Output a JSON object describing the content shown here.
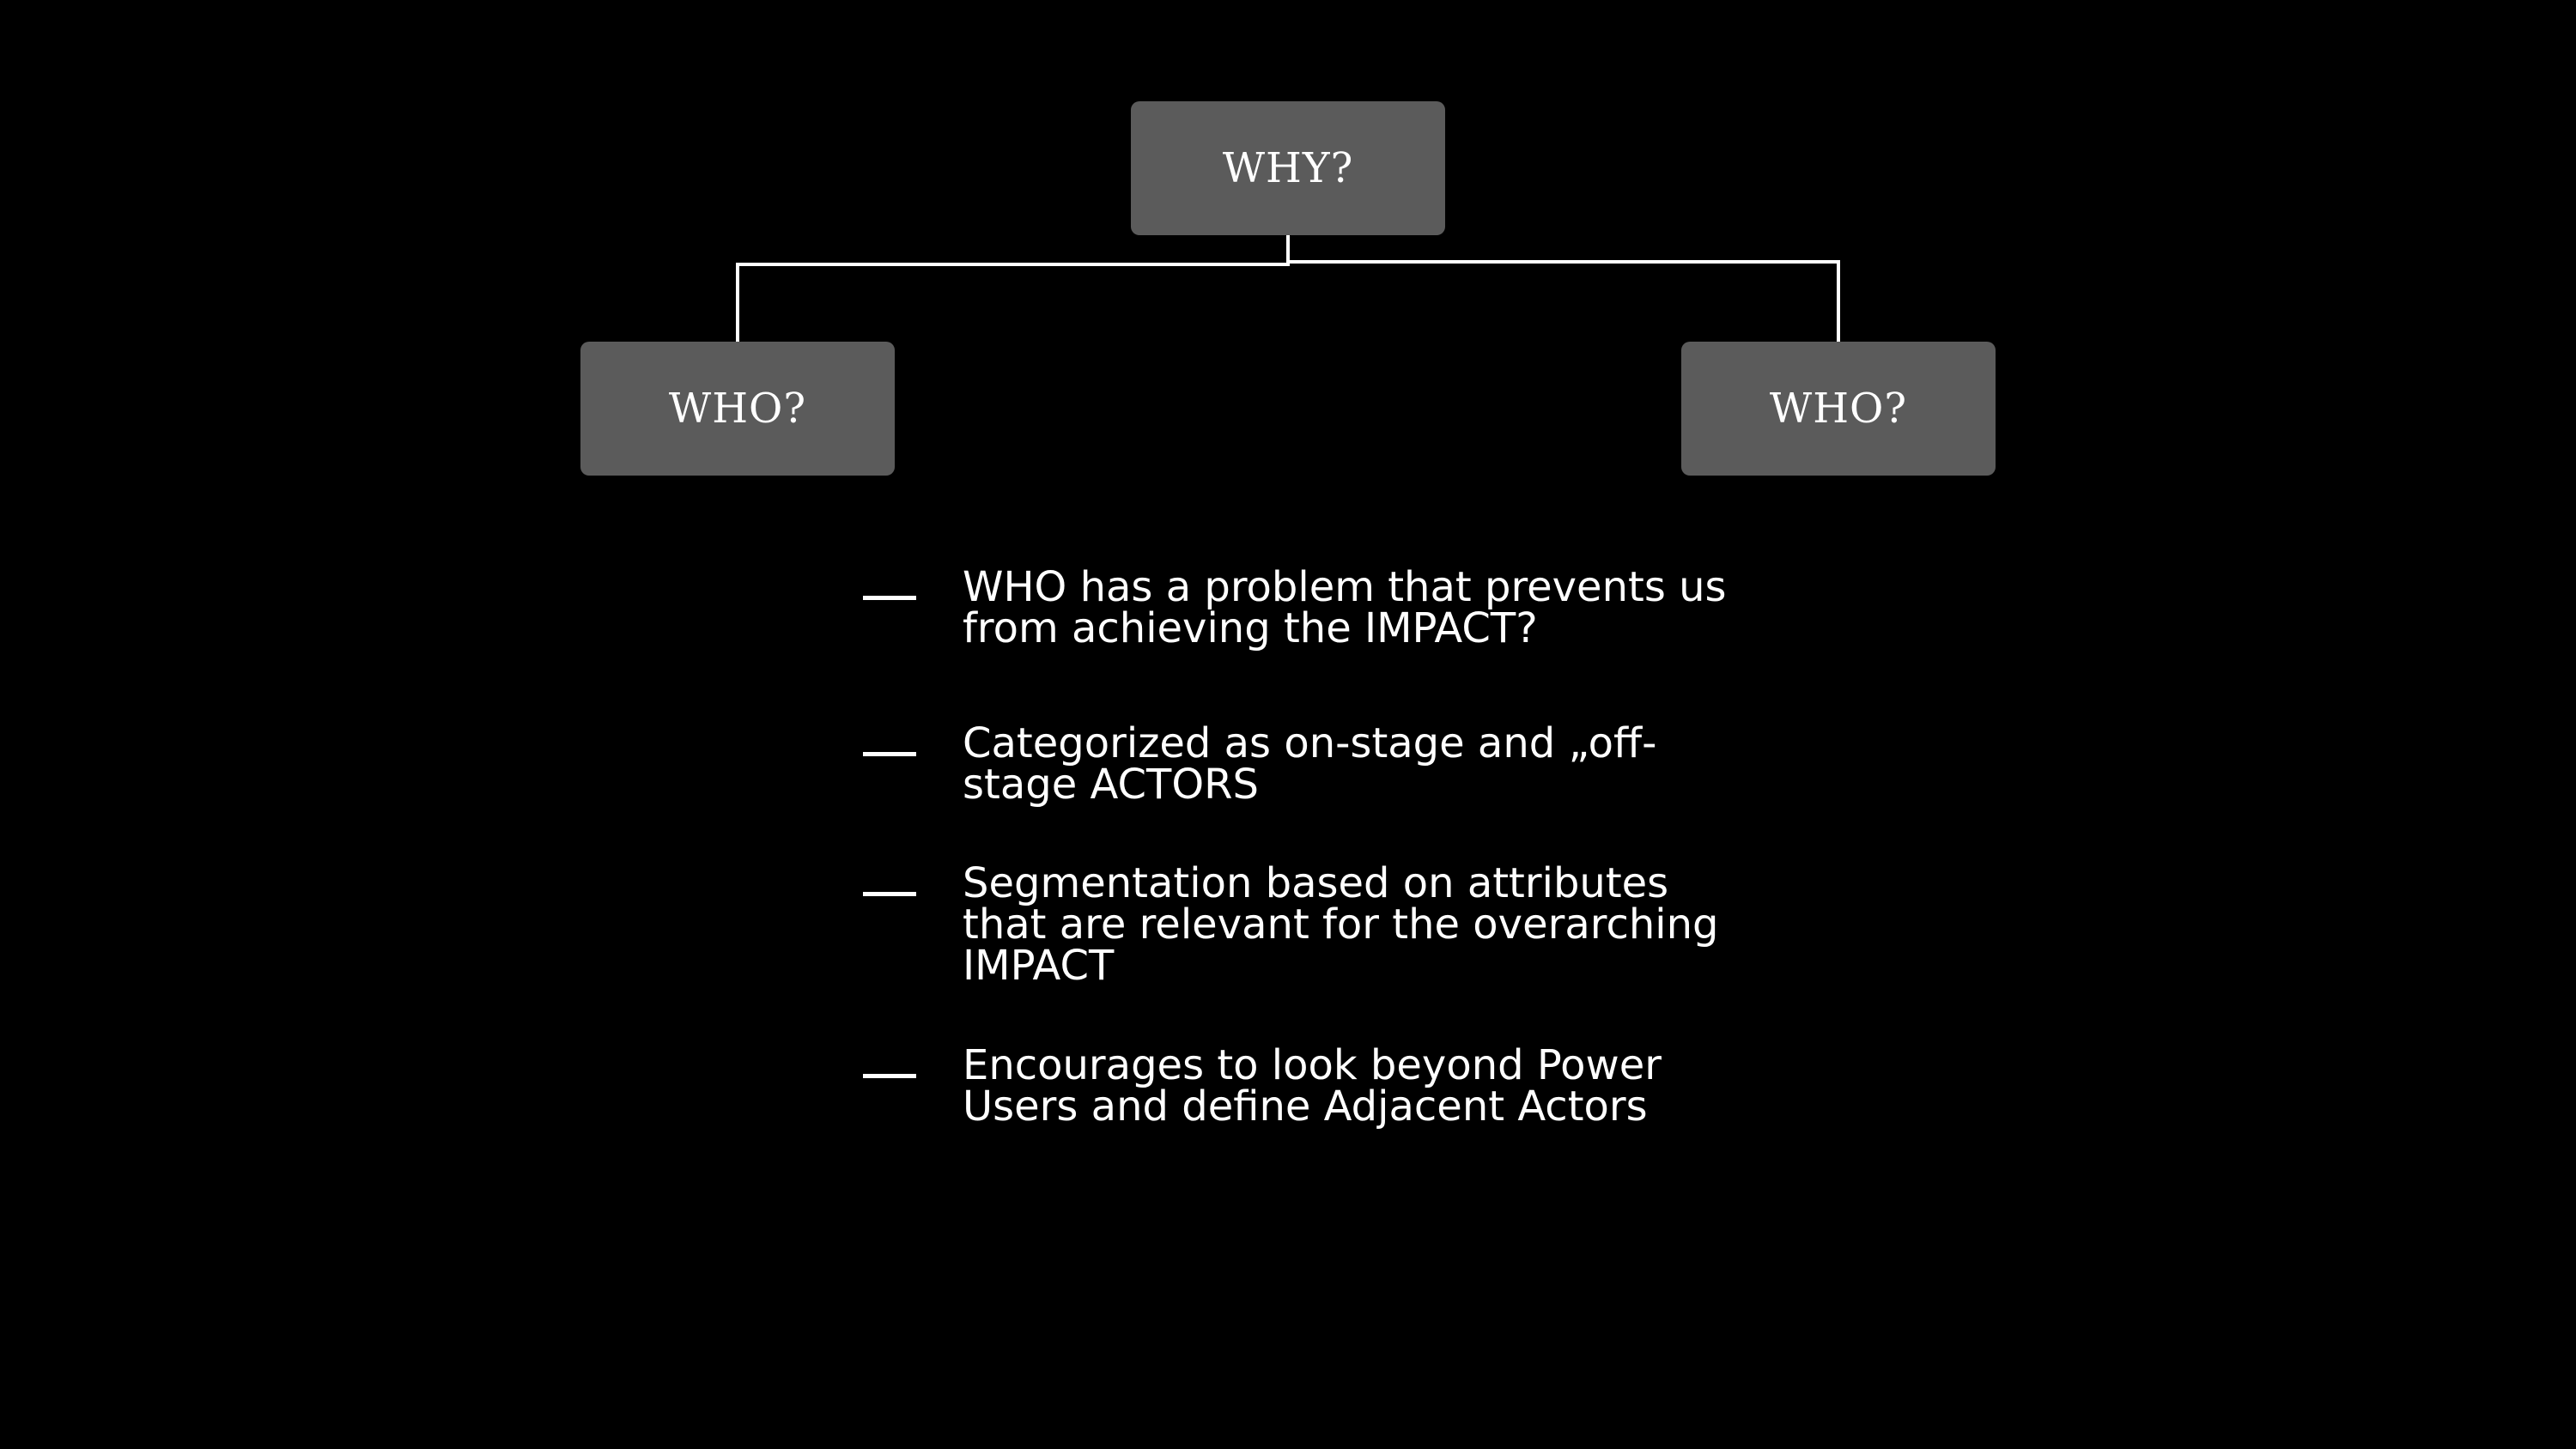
{
  "diagram": {
    "root": {
      "label": "WHY?"
    },
    "children": [
      {
        "label": "WHO?"
      },
      {
        "label": "WHO?"
      }
    ]
  },
  "bullets": [
    {
      "text": "WHO has a problem that prevents us\nfrom achieving the IMPACT?"
    },
    {
      "text": "Categorized as on-stage and „off-\nstage ACTORS"
    },
    {
      "text": "Segmentation based on attributes\nthat are relevant for the overarching\nIMPACT"
    },
    {
      "text": "Encourages to look beyond Power\nUsers and define Adjacent Actors"
    }
  ],
  "colors": {
    "background": "#000000",
    "node_fill": "#5b5b5b",
    "text": "#ffffff",
    "connector": "#ffffff"
  }
}
